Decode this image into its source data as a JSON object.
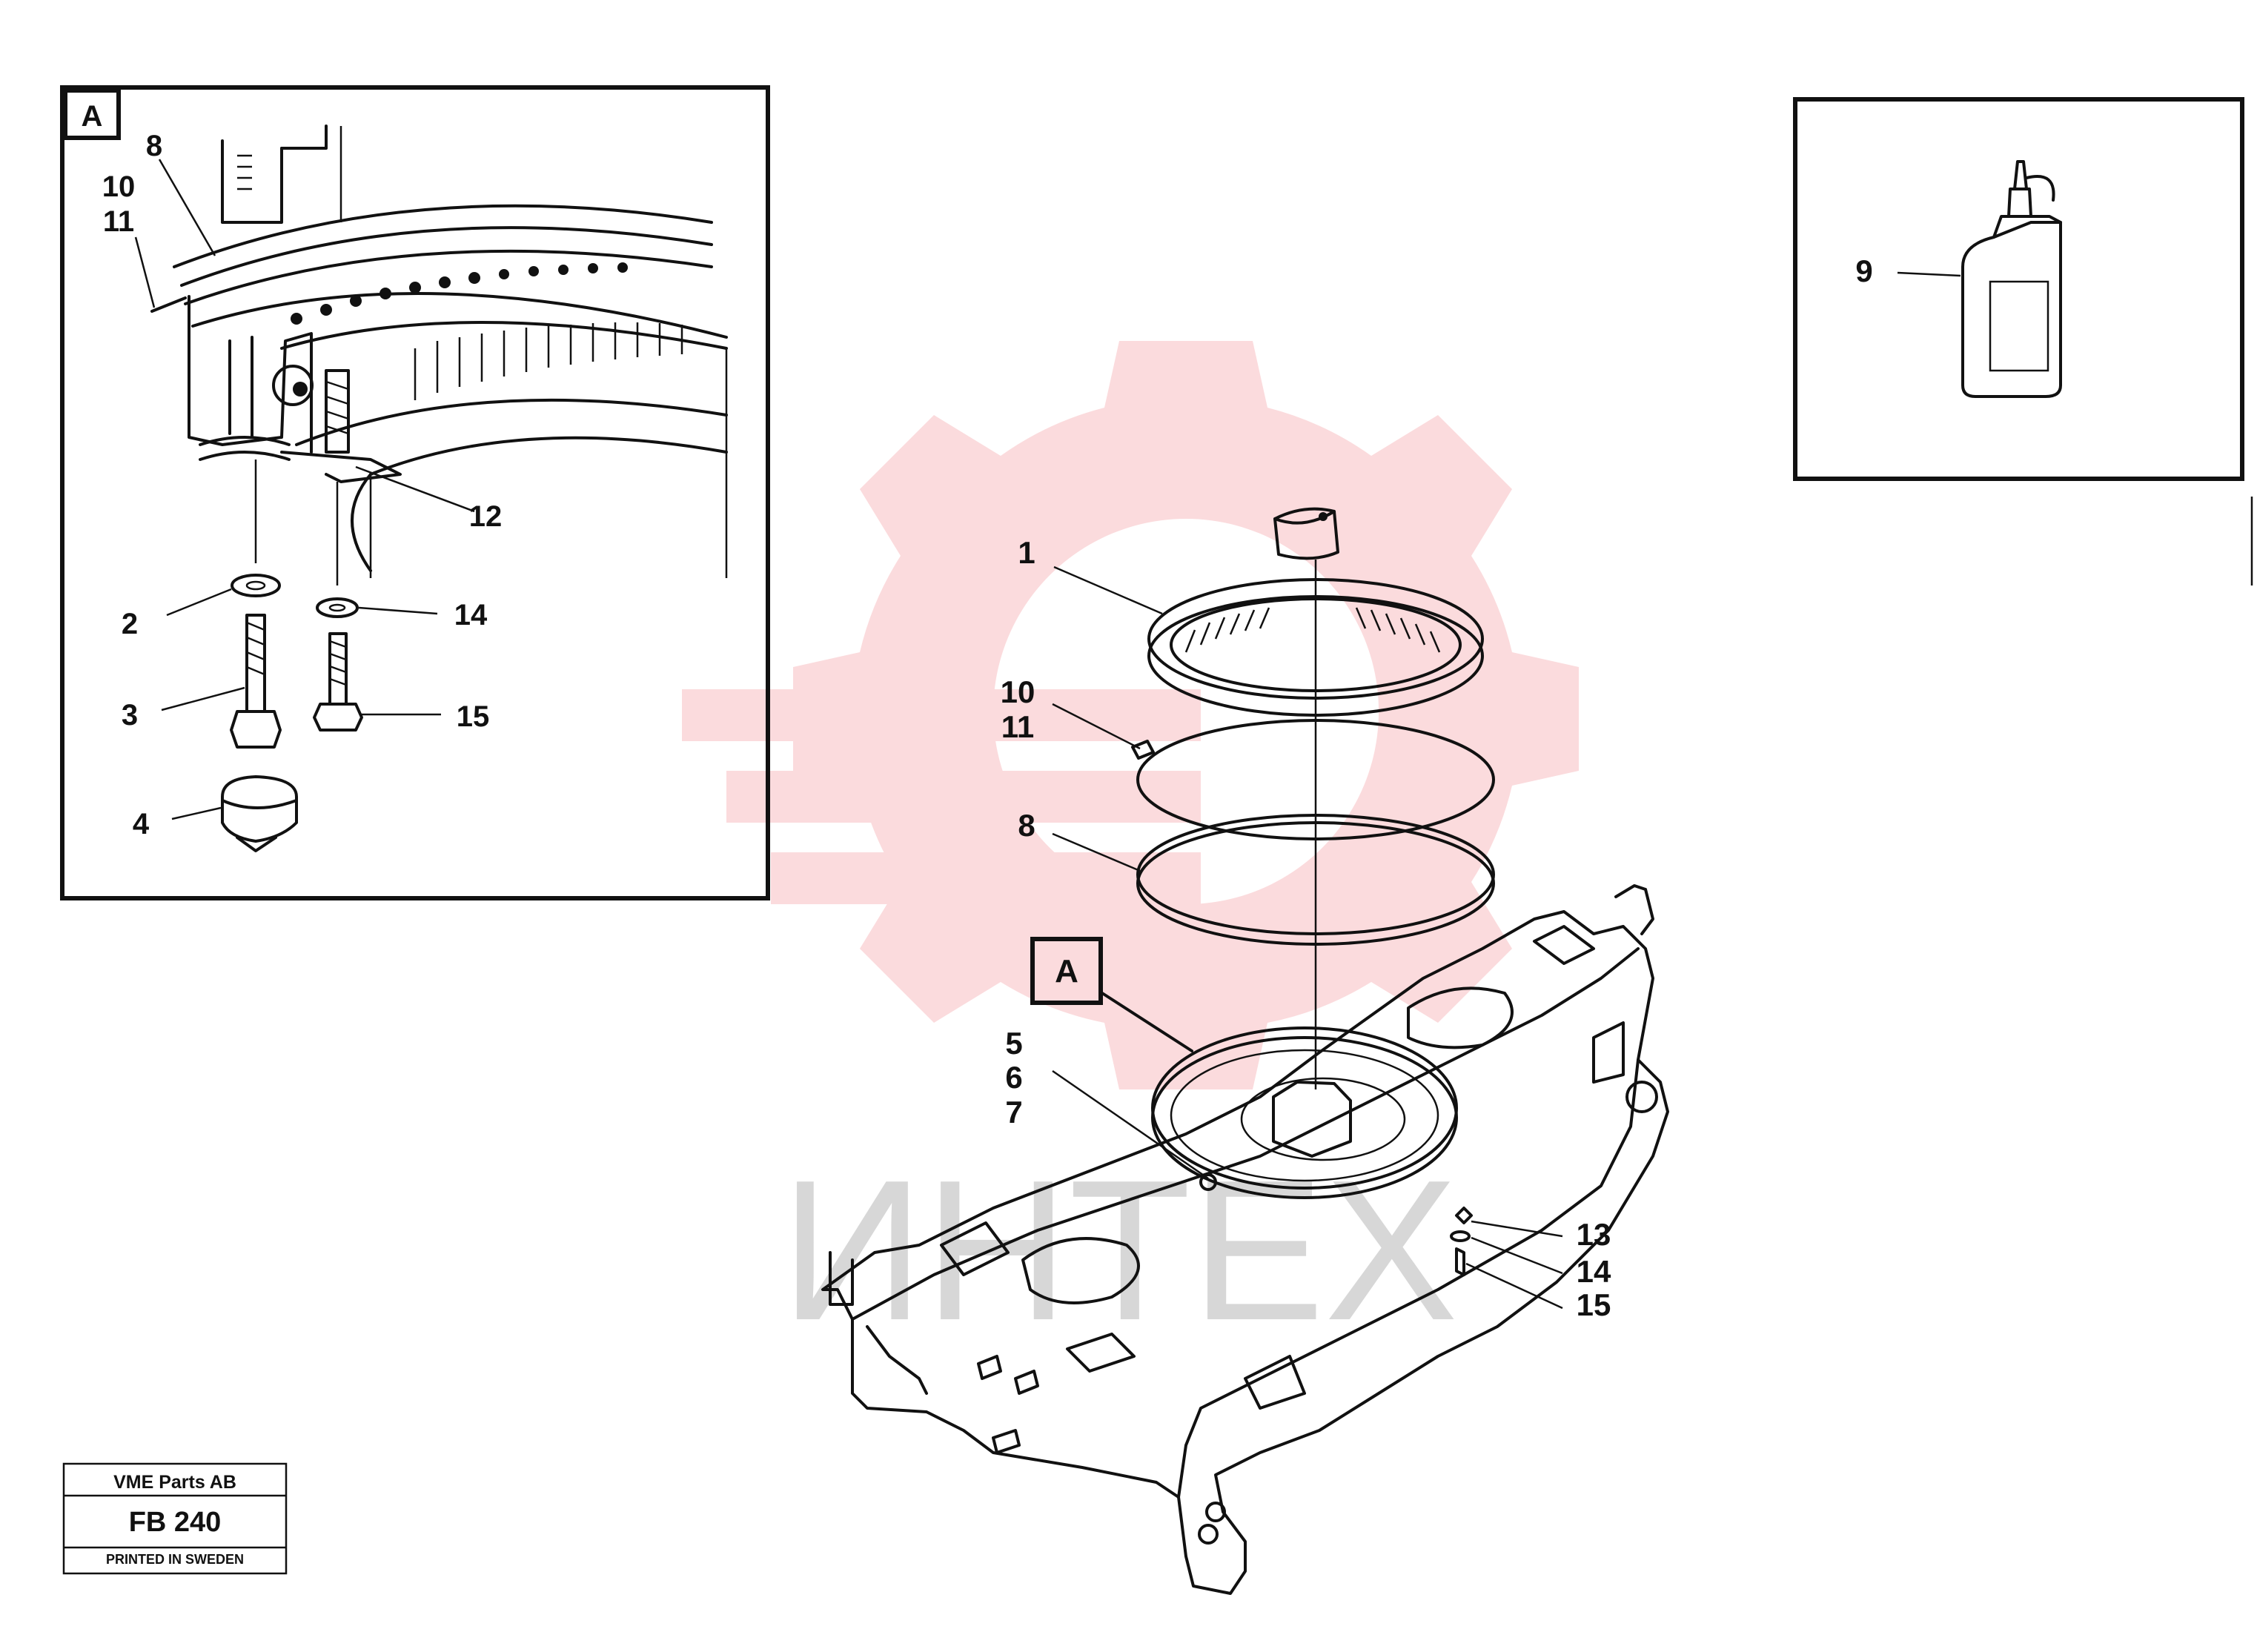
{
  "detail_box_label": "A",
  "main_box_label": "A",
  "detail_callouts": {
    "c8": "8",
    "c10": "10",
    "c11": "11",
    "c12": "12",
    "c2": "2",
    "c3": "3",
    "c4": "4",
    "c14": "14",
    "c15": "15"
  },
  "inset_callouts": {
    "c9": "9"
  },
  "main_callouts": {
    "c1": "1",
    "c10": "10",
    "c11": "11",
    "c8": "8",
    "c5": "5",
    "c6": "6",
    "c7": "7",
    "c13": "13",
    "c14": "14",
    "c15": "15"
  },
  "watermark_text": "ИНТЕХ",
  "title_block": {
    "company": "VME Parts AB",
    "code": "FB 240",
    "printed": "PRINTED IN SWEDEN"
  },
  "colors": {
    "line": "#111111",
    "watermark_red": "#e8333a",
    "watermark_grey": "#b8b8b8"
  }
}
